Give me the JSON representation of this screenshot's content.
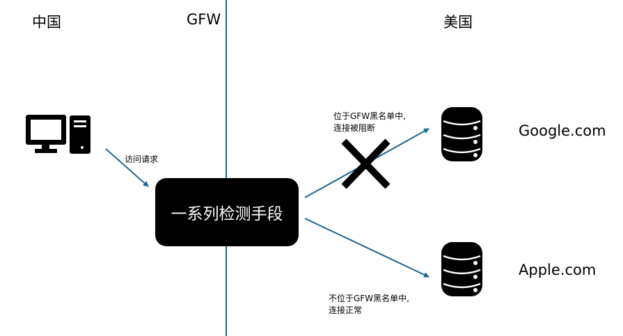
{
  "regions": {
    "china": "中国",
    "gfw": "GFW",
    "usa": "美国"
  },
  "client": {
    "icon": "desktop-computer-icon",
    "request_label": "访问请求"
  },
  "process": {
    "label": "一系列检测手段"
  },
  "servers": [
    {
      "icon": "database-server-icon",
      "host": "Google.com",
      "status_lines": [
        "位于GFW黑名单中,",
        "连接被阻断"
      ],
      "blocked": true
    },
    {
      "icon": "database-server-icon",
      "host": "Apple.com",
      "status_lines": [
        "不位于GFW黑名单中,",
        "连接正常"
      ],
      "blocked": false
    }
  ],
  "colors": {
    "arrow": "#1f6391",
    "divider": "#1f6391",
    "blocked_mark": "#000000"
  }
}
